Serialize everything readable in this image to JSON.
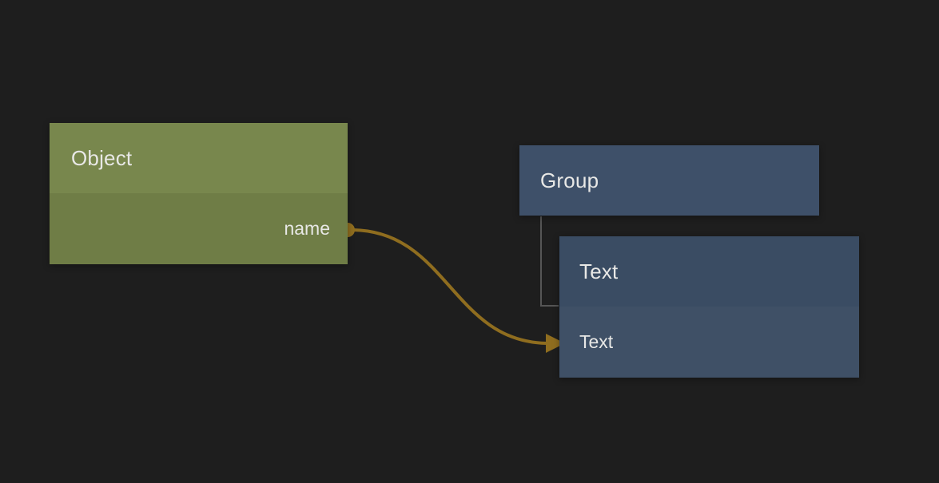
{
  "canvas": {
    "background_color": "#1e1e1e"
  },
  "nodes": {
    "object": {
      "title": "Object",
      "header_color": "#78874d",
      "body_color": "#6f7d46",
      "fields": [
        {
          "label": "name",
          "port": "output"
        }
      ]
    },
    "group": {
      "title": "Group",
      "header_color": "#3e5069"
    },
    "text": {
      "title": "Text",
      "header_color": "#3a4c63",
      "body_color": "#3f5066",
      "fields": [
        {
          "label": "Text",
          "port": "input"
        }
      ]
    }
  },
  "connection": {
    "color": "#8f6d1f",
    "from_node": "Object",
    "from_field": "name",
    "to_node": "Text",
    "to_field": "Text"
  },
  "group_link": {
    "color": "#555555",
    "from_node": "Group",
    "to_node": "Text"
  }
}
